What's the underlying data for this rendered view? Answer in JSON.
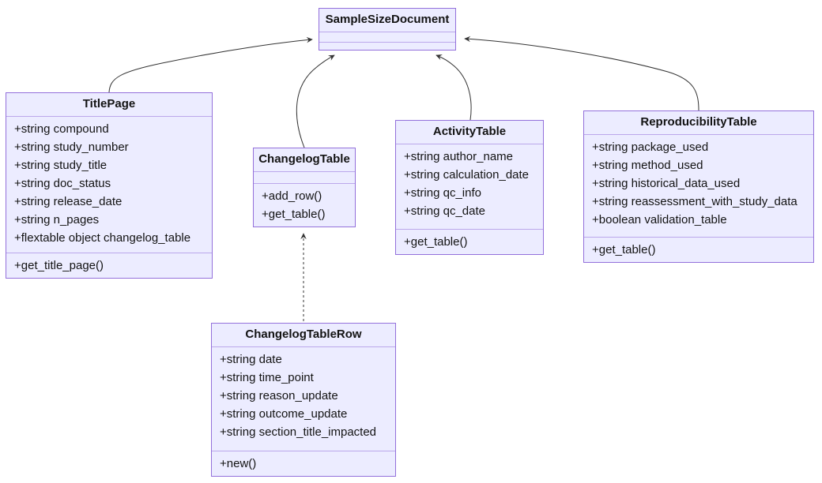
{
  "diagram": {
    "kind": "uml-class-diagram",
    "colors": {
      "background": "#ffffff",
      "class_fill": "#ECECFF",
      "class_border": "#9370DB",
      "edge_line": "#333333",
      "text": "#131313"
    }
  },
  "classes": {
    "sample_size_document": {
      "title": "SampleSizeDocument",
      "attributes": [],
      "methods": []
    },
    "title_page": {
      "title": "TitlePage",
      "attributes": [
        "+string compound",
        "+string study_number",
        "+string study_title",
        "+string doc_status",
        "+string release_date",
        "+string n_pages",
        "+flextable object changelog_table"
      ],
      "methods": [
        "+get_title_page()"
      ]
    },
    "changelog_table": {
      "title": "ChangelogTable",
      "attributes": [],
      "methods": [
        "+add_row()",
        "+get_table()"
      ]
    },
    "activity_table": {
      "title": "ActivityTable",
      "attributes": [
        "+string author_name",
        "+string calculation_date",
        "+string qc_info",
        "+string qc_date"
      ],
      "methods": [
        "+get_table()"
      ]
    },
    "reproducibility_table": {
      "title": "ReproducibilityTable",
      "attributes": [
        "+string package_used",
        "+string method_used",
        "+string historical_data_used",
        "+string reassessment_with_study_data",
        "+boolean validation_table"
      ],
      "methods": [
        "+get_table()"
      ]
    },
    "changelog_table_row": {
      "title": "ChangelogTableRow",
      "attributes": [
        "+string date",
        "+string time_point",
        "+string reason_update",
        "+string outcome_update",
        "+string section_title_impacted"
      ],
      "methods": [
        "+new()"
      ]
    }
  },
  "relations": [
    {
      "from": "TitlePage",
      "to": "SampleSizeDocument",
      "line": "solid",
      "arrowhead": "open"
    },
    {
      "from": "ChangelogTable",
      "to": "SampleSizeDocument",
      "line": "solid",
      "arrowhead": "open"
    },
    {
      "from": "ActivityTable",
      "to": "SampleSizeDocument",
      "line": "solid",
      "arrowhead": "open"
    },
    {
      "from": "ReproducibilityTable",
      "to": "SampleSizeDocument",
      "line": "solid",
      "arrowhead": "open"
    },
    {
      "from": "ChangelogTableRow",
      "to": "ChangelogTable",
      "line": "dashed",
      "arrowhead": "open"
    }
  ]
}
